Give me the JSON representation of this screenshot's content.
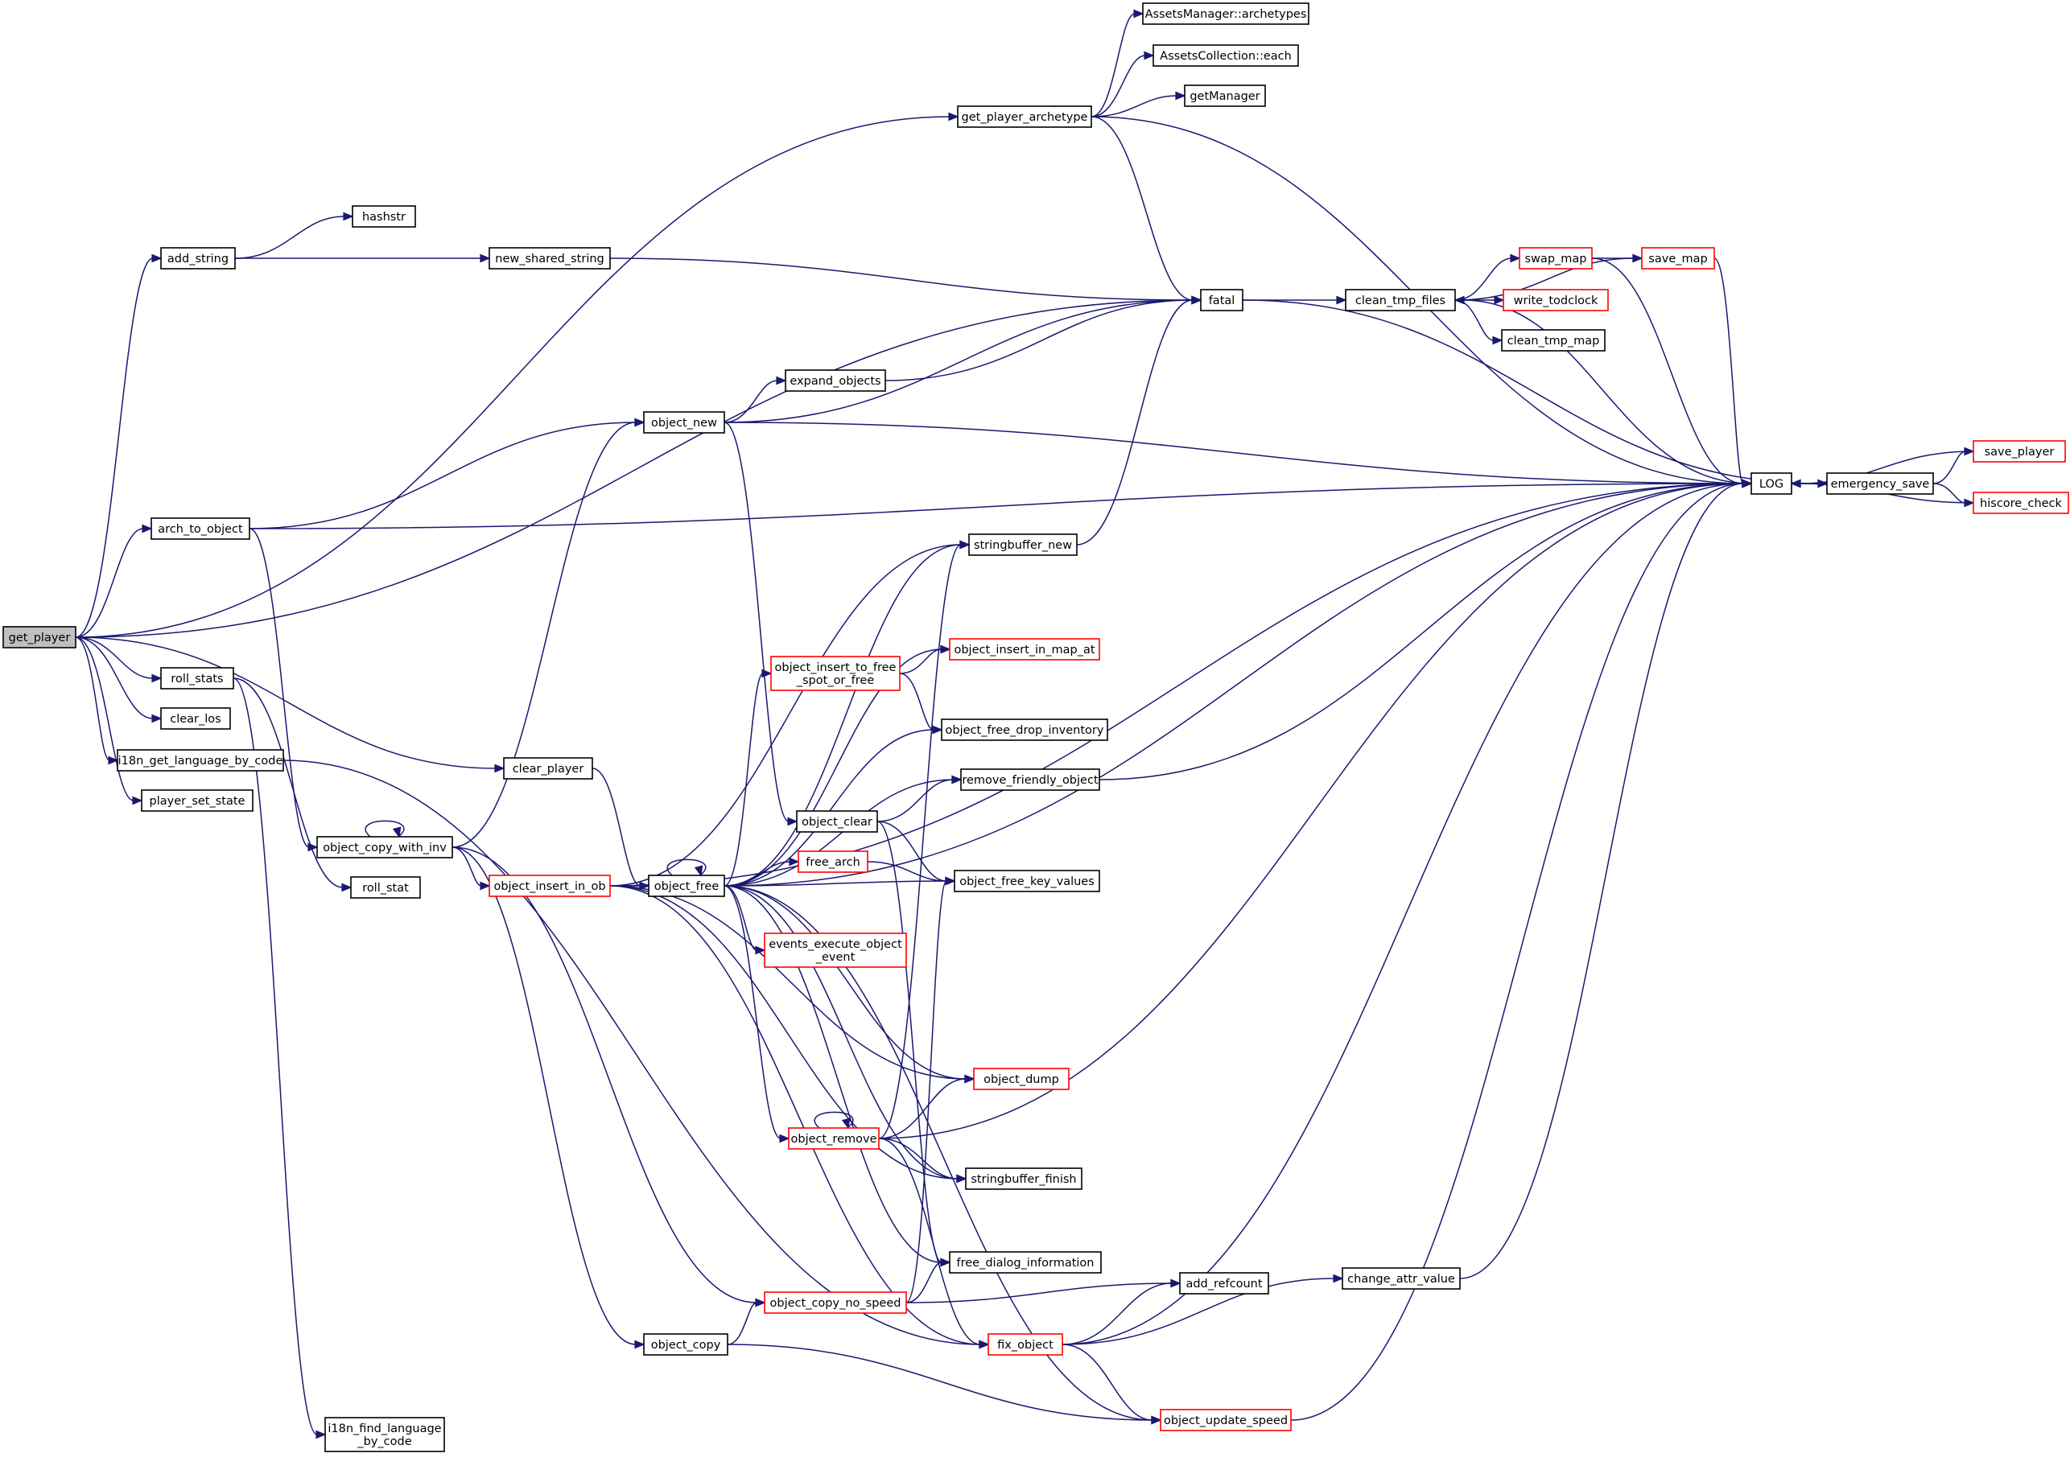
{
  "graph": {
    "colors": {
      "edge": "#191970",
      "node_border": "#000000",
      "node_border_truncated": "#ff0000",
      "root_fill": "#bfbfbf",
      "node_fill": "#ffffff"
    },
    "nodes": [
      {
        "id": "get_player",
        "lines": [
          "get_player"
        ],
        "style": "root"
      },
      {
        "id": "get_player_archetype",
        "lines": [
          "get_player_archetype"
        ],
        "style": "normal"
      },
      {
        "id": "assets_manager_archetypes",
        "lines": [
          "AssetsManager::archetypes"
        ],
        "style": "normal"
      },
      {
        "id": "assets_collection_each",
        "lines": [
          "AssetsCollection::each"
        ],
        "style": "normal"
      },
      {
        "id": "get_manager",
        "lines": [
          "getManager"
        ],
        "style": "normal"
      },
      {
        "id": "hashstr",
        "lines": [
          "hashstr"
        ],
        "style": "normal"
      },
      {
        "id": "add_string",
        "lines": [
          "add_string"
        ],
        "style": "normal"
      },
      {
        "id": "new_shared_string",
        "lines": [
          "new_shared_string"
        ],
        "style": "normal"
      },
      {
        "id": "fatal",
        "lines": [
          "fatal"
        ],
        "style": "normal"
      },
      {
        "id": "clean_tmp_files",
        "lines": [
          "clean_tmp_files"
        ],
        "style": "normal"
      },
      {
        "id": "swap_map",
        "lines": [
          "swap_map"
        ],
        "style": "truncated"
      },
      {
        "id": "save_map",
        "lines": [
          "save_map"
        ],
        "style": "truncated"
      },
      {
        "id": "write_todclock",
        "lines": [
          "write_todclock"
        ],
        "style": "truncated"
      },
      {
        "id": "clean_tmp_map",
        "lines": [
          "clean_tmp_map"
        ],
        "style": "normal"
      },
      {
        "id": "expand_objects",
        "lines": [
          "expand_objects"
        ],
        "style": "normal"
      },
      {
        "id": "object_new",
        "lines": [
          "object_new"
        ],
        "style": "normal"
      },
      {
        "id": "log",
        "lines": [
          "LOG"
        ],
        "style": "normal"
      },
      {
        "id": "emergency_save",
        "lines": [
          "emergency_save"
        ],
        "style": "normal"
      },
      {
        "id": "save_player",
        "lines": [
          "save_player"
        ],
        "style": "truncated"
      },
      {
        "id": "hiscore_check",
        "lines": [
          "hiscore_check"
        ],
        "style": "truncated"
      },
      {
        "id": "arch_to_object",
        "lines": [
          "arch_to_object"
        ],
        "style": "normal"
      },
      {
        "id": "stringbuffer_new",
        "lines": [
          "stringbuffer_new"
        ],
        "style": "normal"
      },
      {
        "id": "roll_stats",
        "lines": [
          "roll_stats"
        ],
        "style": "normal"
      },
      {
        "id": "object_insert_in_map_at",
        "lines": [
          "object_insert_in_map_at"
        ],
        "style": "truncated"
      },
      {
        "id": "object_insert_to_free_spot_or_free",
        "lines": [
          "object_insert_to_free",
          "_spot_or_free"
        ],
        "style": "truncated"
      },
      {
        "id": "clear_los",
        "lines": [
          "clear_los"
        ],
        "style": "normal"
      },
      {
        "id": "object_free_drop_inventory",
        "lines": [
          "object_free_drop_inventory"
        ],
        "style": "normal"
      },
      {
        "id": "i18n_get_language_by_code",
        "lines": [
          "i18n_get_language_by_code"
        ],
        "style": "normal"
      },
      {
        "id": "clear_player",
        "lines": [
          "clear_player"
        ],
        "style": "normal"
      },
      {
        "id": "remove_friendly_object",
        "lines": [
          "remove_friendly_object"
        ],
        "style": "normal"
      },
      {
        "id": "player_set_state",
        "lines": [
          "player_set_state"
        ],
        "style": "normal"
      },
      {
        "id": "object_clear",
        "lines": [
          "object_clear"
        ],
        "style": "normal"
      },
      {
        "id": "object_copy_with_inv",
        "lines": [
          "object_copy_with_inv"
        ],
        "style": "normal"
      },
      {
        "id": "free_arch",
        "lines": [
          "free_arch"
        ],
        "style": "truncated"
      },
      {
        "id": "object_insert_in_ob",
        "lines": [
          "object_insert_in_ob"
        ],
        "style": "truncated"
      },
      {
        "id": "object_free",
        "lines": [
          "object_free"
        ],
        "style": "normal"
      },
      {
        "id": "object_free_key_values",
        "lines": [
          "object_free_key_values"
        ],
        "style": "normal"
      },
      {
        "id": "roll_stat",
        "lines": [
          "roll_stat"
        ],
        "style": "normal"
      },
      {
        "id": "events_execute_object_event",
        "lines": [
          "events_execute_object",
          "_event"
        ],
        "style": "truncated"
      },
      {
        "id": "object_dump",
        "lines": [
          "object_dump"
        ],
        "style": "truncated"
      },
      {
        "id": "object_remove",
        "lines": [
          "object_remove"
        ],
        "style": "truncated"
      },
      {
        "id": "stringbuffer_finish",
        "lines": [
          "stringbuffer_finish"
        ],
        "style": "normal"
      },
      {
        "id": "free_dialog_information",
        "lines": [
          "free_dialog_information"
        ],
        "style": "normal"
      },
      {
        "id": "change_attr_value",
        "lines": [
          "change_attr_value"
        ],
        "style": "normal"
      },
      {
        "id": "add_refcount",
        "lines": [
          "add_refcount"
        ],
        "style": "normal"
      },
      {
        "id": "object_copy_no_speed",
        "lines": [
          "object_copy_no_speed"
        ],
        "style": "truncated"
      },
      {
        "id": "object_copy",
        "lines": [
          "object_copy"
        ],
        "style": "normal"
      },
      {
        "id": "fix_object",
        "lines": [
          "fix_object"
        ],
        "style": "truncated"
      },
      {
        "id": "object_update_speed",
        "lines": [
          "object_update_speed"
        ],
        "style": "truncated"
      },
      {
        "id": "i18n_find_language_by_code",
        "lines": [
          "i18n_find_language",
          "_by_code"
        ],
        "style": "normal"
      }
    ],
    "edges": [
      [
        "get_player",
        "get_player_archetype"
      ],
      [
        "get_player",
        "add_string"
      ],
      [
        "get_player",
        "fatal"
      ],
      [
        "get_player",
        "arch_to_object"
      ],
      [
        "get_player",
        "roll_stats"
      ],
      [
        "get_player",
        "clear_los"
      ],
      [
        "get_player",
        "i18n_get_language_by_code"
      ],
      [
        "get_player",
        "player_set_state"
      ],
      [
        "get_player",
        "clear_player"
      ],
      [
        "get_player_archetype",
        "assets_manager_archetypes"
      ],
      [
        "get_player_archetype",
        "assets_collection_each"
      ],
      [
        "get_player_archetype",
        "get_manager"
      ],
      [
        "get_player_archetype",
        "log"
      ],
      [
        "get_player_archetype",
        "fatal"
      ],
      [
        "add_string",
        "hashstr"
      ],
      [
        "add_string",
        "new_shared_string"
      ],
      [
        "new_shared_string",
        "fatal"
      ],
      [
        "fatal",
        "clean_tmp_files"
      ],
      [
        "fatal",
        "emergency_save"
      ],
      [
        "clean_tmp_files",
        "swap_map"
      ],
      [
        "clean_tmp_files",
        "save_map"
      ],
      [
        "clean_tmp_files",
        "write_todclock"
      ],
      [
        "clean_tmp_files",
        "clean_tmp_map"
      ],
      [
        "swap_map",
        "save_map"
      ],
      [
        "swap_map",
        "log"
      ],
      [
        "save_map",
        "log"
      ],
      [
        "log",
        "clean_tmp_files"
      ],
      [
        "log",
        "emergency_save"
      ],
      [
        "emergency_save",
        "save_player"
      ],
      [
        "emergency_save",
        "hiscore_check"
      ],
      [
        "save_player",
        "log"
      ],
      [
        "hiscore_check",
        "log"
      ],
      [
        "expand_objects",
        "fatal"
      ],
      [
        "object_new",
        "fatal"
      ],
      [
        "object_new",
        "expand_objects"
      ],
      [
        "object_new",
        "log"
      ],
      [
        "object_new",
        "object_clear"
      ],
      [
        "arch_to_object",
        "object_new"
      ],
      [
        "arch_to_object",
        "log"
      ],
      [
        "arch_to_object",
        "object_copy_with_inv"
      ],
      [
        "stringbuffer_new",
        "fatal"
      ],
      [
        "roll_stats",
        "roll_stat"
      ],
      [
        "roll_stats",
        "i18n_find_language_by_code"
      ],
      [
        "object_insert_to_free_spot_or_free",
        "object_insert_in_map_at"
      ],
      [
        "object_insert_to_free_spot_or_free",
        "object_free_drop_inventory"
      ],
      [
        "i18n_get_language_by_code",
        "fix_object"
      ],
      [
        "clear_player",
        "object_free"
      ],
      [
        "remove_friendly_object",
        "log"
      ],
      [
        "object_clear",
        "remove_friendly_object"
      ],
      [
        "object_clear",
        "object_free_key_values"
      ],
      [
        "object_clear",
        "free_dialog_information"
      ],
      [
        "object_copy_with_inv",
        "object_copy_with_inv"
      ],
      [
        "object_copy_with_inv",
        "object_new"
      ],
      [
        "object_copy_with_inv",
        "object_insert_in_ob"
      ],
      [
        "object_copy_with_inv",
        "object_copy_no_speed"
      ],
      [
        "object_copy_with_inv",
        "object_copy"
      ],
      [
        "free_arch",
        "object_free_key_values"
      ],
      [
        "object_insert_in_ob",
        "log"
      ],
      [
        "object_insert_in_ob",
        "stringbuffer_new"
      ],
      [
        "object_insert_in_ob",
        "object_free"
      ],
      [
        "object_insert_in_ob",
        "object_dump"
      ],
      [
        "object_insert_in_ob",
        "stringbuffer_finish"
      ],
      [
        "object_insert_in_ob",
        "fix_object"
      ],
      [
        "object_free",
        "object_free"
      ],
      [
        "object_free",
        "stringbuffer_new"
      ],
      [
        "object_free",
        "object_insert_in_map_at"
      ],
      [
        "object_free",
        "object_insert_to_free_spot_or_free"
      ],
      [
        "object_free",
        "object_free_drop_inventory"
      ],
      [
        "object_free",
        "remove_friendly_object"
      ],
      [
        "object_free",
        "free_arch"
      ],
      [
        "object_free",
        "object_free_key_values"
      ],
      [
        "object_free",
        "events_execute_object_event"
      ],
      [
        "object_free",
        "log"
      ],
      [
        "object_free",
        "object_dump"
      ],
      [
        "object_free",
        "object_remove"
      ],
      [
        "object_free",
        "stringbuffer_finish"
      ],
      [
        "object_free",
        "free_dialog_information"
      ],
      [
        "object_free",
        "object_update_speed"
      ],
      [
        "object_remove",
        "object_remove"
      ],
      [
        "object_remove",
        "stringbuffer_new"
      ],
      [
        "object_remove",
        "object_dump"
      ],
      [
        "object_remove",
        "log"
      ],
      [
        "object_remove",
        "stringbuffer_finish"
      ],
      [
        "object_remove",
        "fix_object"
      ],
      [
        "change_attr_value",
        "log"
      ],
      [
        "object_copy_no_speed",
        "object_free_key_values"
      ],
      [
        "object_copy_no_speed",
        "free_dialog_information"
      ],
      [
        "object_copy_no_speed",
        "add_refcount"
      ],
      [
        "object_copy",
        "object_copy_no_speed"
      ],
      [
        "object_copy",
        "object_update_speed"
      ],
      [
        "fix_object",
        "add_refcount"
      ],
      [
        "fix_object",
        "change_attr_value"
      ],
      [
        "fix_object",
        "log"
      ],
      [
        "fix_object",
        "object_update_speed"
      ],
      [
        "object_update_speed",
        "log"
      ]
    ]
  }
}
